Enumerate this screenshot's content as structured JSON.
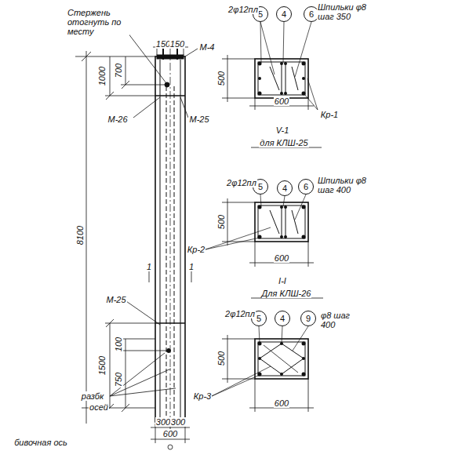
{
  "diagram": {
    "nodes": [
      {
        "text": [
          "5"
        ]
      },
      {
        "text": [
          "4"
        ]
      },
      {
        "text": [
          "6"
        ]
      },
      {
        "text": [
          "5"
        ]
      },
      {
        "text": [
          "4"
        ]
      },
      {
        "text": [
          "6"
        ]
      },
      {
        "text": [
          "5"
        ]
      },
      {
        "text": [
          "4"
        ]
      },
      {
        "text": [
          "9"
        ]
      }
    ],
    "labels": [
      "Стержень отогнуть по месту",
      "150",
      "150",
      "М-4",
      "1000",
      "700",
      "М-26",
      "М-25",
      "8100",
      "1",
      "1",
      "М-25",
      "1500",
      "100",
      "750",
      "разбк",
      "осей",
      "300",
      "300",
      "600",
      "бивочная ось",
      "2φ12пл",
      "Шпильки φ8 шаг 350",
      "500",
      "600",
      "Кр-1",
      "V-1",
      "для КЛШ-25",
      "2φ12пл",
      "Шпильки φ8 шаг 400",
      "500",
      "Кр-2",
      "600",
      "I-I",
      "Для КЛШ-26",
      "2φ12пл",
      "φ8 шаг 400",
      "500",
      "Кр-3",
      "600"
    ]
  }
}
